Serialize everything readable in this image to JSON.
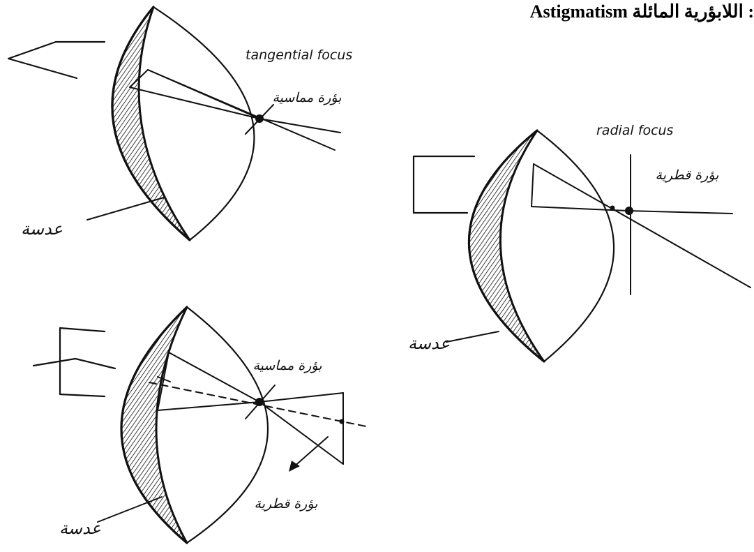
{
  "title": "Astigmatism اللابؤرية المائلة :",
  "diagrams": [
    {
      "labels": {
        "focus_en": "tangential focus",
        "focus_ar": "بؤرة مماسية",
        "lens": "عدسة"
      }
    },
    {
      "labels": {
        "focus_en": "radial focus",
        "focus_ar": "بؤرة قطرية",
        "lens": "عدسة"
      }
    },
    {
      "labels": {
        "tangential_ar": "بؤرة مماسية",
        "radial_ar": "بؤرة قطرية",
        "lens": "عدسة"
      }
    }
  ]
}
